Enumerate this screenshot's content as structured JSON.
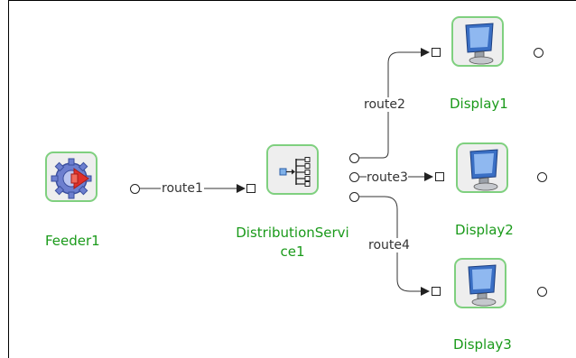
{
  "nodes": {
    "feeder": {
      "label": "Feeder1"
    },
    "distribution": {
      "label_line1": "DistributionServi",
      "label_line2": "ce1"
    },
    "display1": {
      "label": "Display1"
    },
    "display2": {
      "label": "Display2"
    },
    "display3": {
      "label": "Display3"
    }
  },
  "routes": {
    "route1": "route1",
    "route2": "route2",
    "route3": "route3",
    "route4": "route4"
  },
  "colors": {
    "node_border": "#7fd07f",
    "label_green": "#1a9a1a",
    "feeder_arrow": "#e0302a",
    "monitor_blue": "#3a6fc4"
  }
}
